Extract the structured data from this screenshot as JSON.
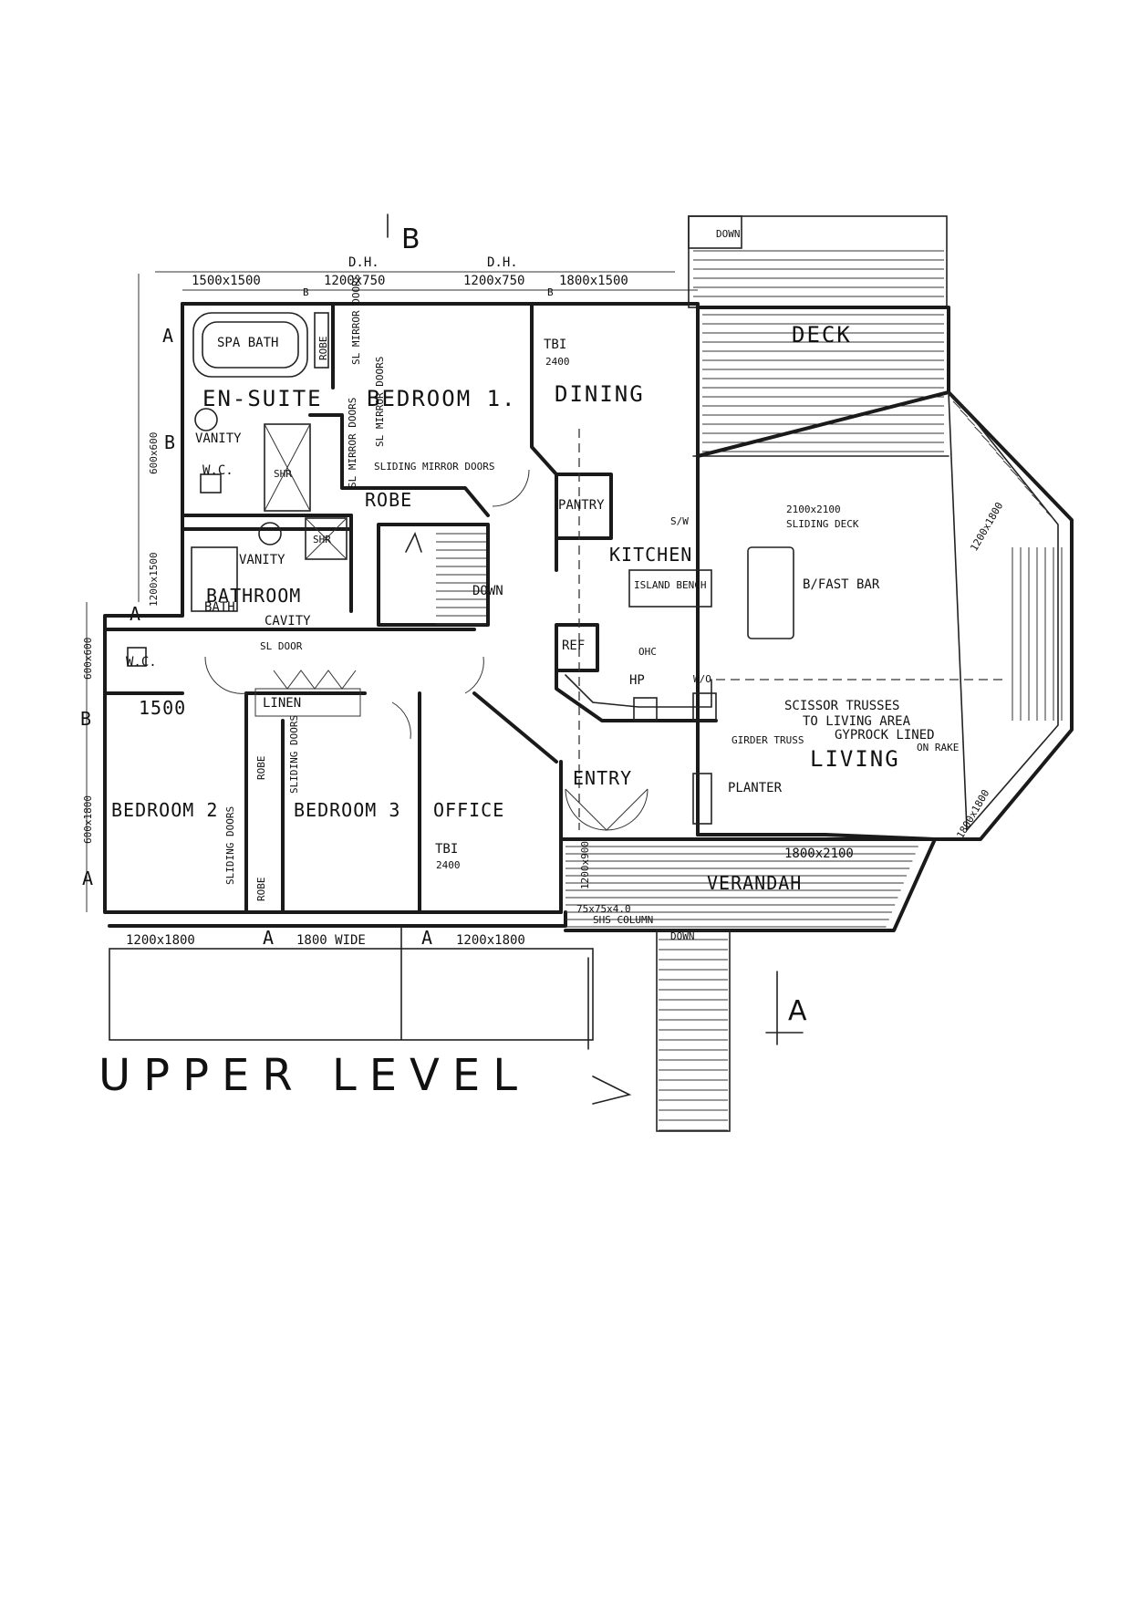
{
  "title": "UPPER LEVEL",
  "section_markers": {
    "top": "B",
    "bottom_right": "A"
  },
  "rooms": {
    "ensuite": "EN-SUITE",
    "bedroom1": "BEDROOM 1.",
    "dining": "DINING",
    "kitchen": "KITCHEN",
    "bathroom": "BATHROOM",
    "bedroom2": "BEDROOM 2",
    "bedroom3": "BEDROOM 3",
    "office": "OFFICE",
    "entry": "ENTRY",
    "living": "LIVING",
    "deck": "DECK",
    "verandah": "VERANDAH",
    "linen": "LINEN",
    "pantry": "PANTRY",
    "wc_top": "W.C.",
    "wc_left": "W.C."
  },
  "fixtures": {
    "spa_bath": "SPA BATH",
    "robe_top": "ROBE",
    "robe_main": "ROBE",
    "robe_b3": "ROBE",
    "robe_b2": "ROBE",
    "vanity_ensuite": "VANITY",
    "vanity_bath": "VANITY",
    "shower_ensuite": "SHR",
    "shower_bath": "SHR",
    "bath": "BATH",
    "cavity": "CAVITY",
    "sl_door": "SL DOOR",
    "island_bench": "ISLAND BENCH",
    "bfast_bar": "B/FAST BAR",
    "fridge": "REF",
    "ohc": "OHC",
    "hp": "HP",
    "wo": "W/O",
    "planter": "PLANTER",
    "girder_truss": "GIRDER TRUSS",
    "scissor_note_1": "SCISSOR TRUSSES",
    "scissor_note_2": "TO LIVING AREA",
    "scissor_note_3": "GYPROCK LINED",
    "scissor_note_4": "ON RAKE",
    "tbi_dining": "TBI",
    "tbi_dining_h": "2400",
    "tbi_office": "TBI",
    "tbi_office_h": "2400",
    "sliding_mirror_doors": "SLIDING MIRROR DOORS",
    "sl_mirror_doors_a": "SL MIRROR DOORS",
    "sl_mirror_doors_b": "SL MIRROR DOORS",
    "sliding_doors_b3": "SLIDING DOORS",
    "sliding_doors_b2": "SLIDING DOORS",
    "sliding_deck": "SLIDING DECK",
    "column": "75x75x4.0",
    "column_2": "SHS COLUMN",
    "down_top": "DOWN",
    "down_stair": "DOWN",
    "down_bottom": "DOWN",
    "sw": "S/W"
  },
  "dimensions": {
    "w_top_1": "1500x1500",
    "w_top_2": "1200x750",
    "w_top_3": "1200x750",
    "w_top_4": "1800x1500",
    "dh_1": "D.H.",
    "dh_2": "D.H.",
    "left_1": "600x600",
    "left_2": "1200x1500",
    "left_3": "600x600",
    "left_4": "600x1800",
    "w_1500": "1500",
    "bot_1": "1200x1800",
    "bot_2": "1800 WIDE",
    "bot_3": "1200x1800",
    "deck_door": "2100x2100",
    "oct_1": "1200x1800",
    "oct_2": "1800x1800",
    "veranda_door": "1800x2100",
    "entry_side": "1200x900"
  },
  "window_types": {
    "a": "A",
    "b": "B"
  }
}
